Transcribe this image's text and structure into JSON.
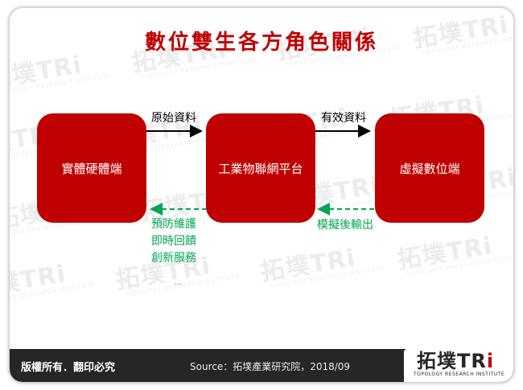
{
  "title": "數位雙生各方角色關係",
  "nodes": {
    "physical": "實體硬體端",
    "platform": "工業物聯網平台",
    "virtual": "虛擬數位端"
  },
  "edges": {
    "raw_data": "原始資料",
    "valid_data": "有效資料",
    "simulation_output": "模擬後輸出",
    "feedback_lines": [
      "預防維護",
      "即時回饋",
      "創新服務"
    ],
    "ellipsis": "…"
  },
  "footer": {
    "copyright": "版權所有．翻印必究",
    "source": "Source：拓墣產業研究院，2018/09",
    "logo_main": "拓墣TR",
    "logo_i": "i",
    "logo_sub": "TOPOLOGY RESEARCH INSTITUTE"
  },
  "watermark": {
    "text": "拓墣TRi",
    "sub": "TOPOLOGY RESEARCH INSTITUTE"
  },
  "colors": {
    "accent": "#c00000",
    "feedback_arrow": "#00a651",
    "footer_bg": "#262626"
  }
}
